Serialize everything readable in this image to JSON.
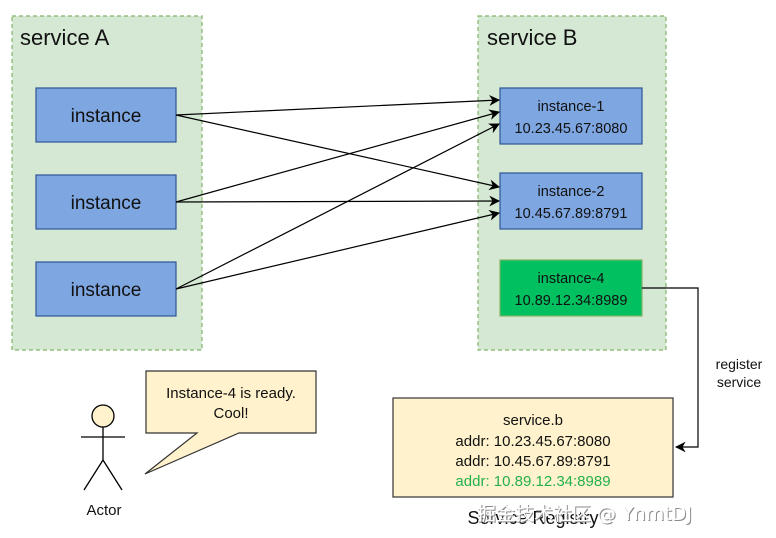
{
  "service_a": {
    "title": "service A",
    "instances": [
      "instance",
      "instance",
      "instance"
    ]
  },
  "service_b": {
    "title": "service B",
    "instances": [
      {
        "name": "instance-1",
        "addr": "10.23.45.67:8080"
      },
      {
        "name": "instance-2",
        "addr": "10.45.67.89:8791"
      }
    ],
    "new_instance": {
      "name": "instance-4",
      "addr": "10.89.12.34:8989"
    }
  },
  "edge_label": {
    "line1": "register",
    "line2": "service"
  },
  "registry": {
    "title": "Service Registry",
    "name": "service.b",
    "entries": [
      {
        "text": "addr: 10.23.45.67:8080",
        "color": "#111111"
      },
      {
        "text": "addr: 10.45.67.89:8791",
        "color": "#111111"
      },
      {
        "text": "addr: 10.89.12.34:8989",
        "color": "#22b14c"
      }
    ]
  },
  "actor": {
    "label": "Actor",
    "speech_line1": "Instance-4 is ready.",
    "speech_line2": "Cool!"
  },
  "watermark": "掘金技术社区 @ YnmtDJ",
  "colors": {
    "service_bg": "#d5e8d4",
    "service_border": "#82b366",
    "instance_fill": "#7ea6e0",
    "instance_border": "#2f5597",
    "new_instance_fill": "#00c060",
    "new_instance_border": "#82b366",
    "note_fill": "#fff2cc",
    "note_border": "#333333"
  }
}
